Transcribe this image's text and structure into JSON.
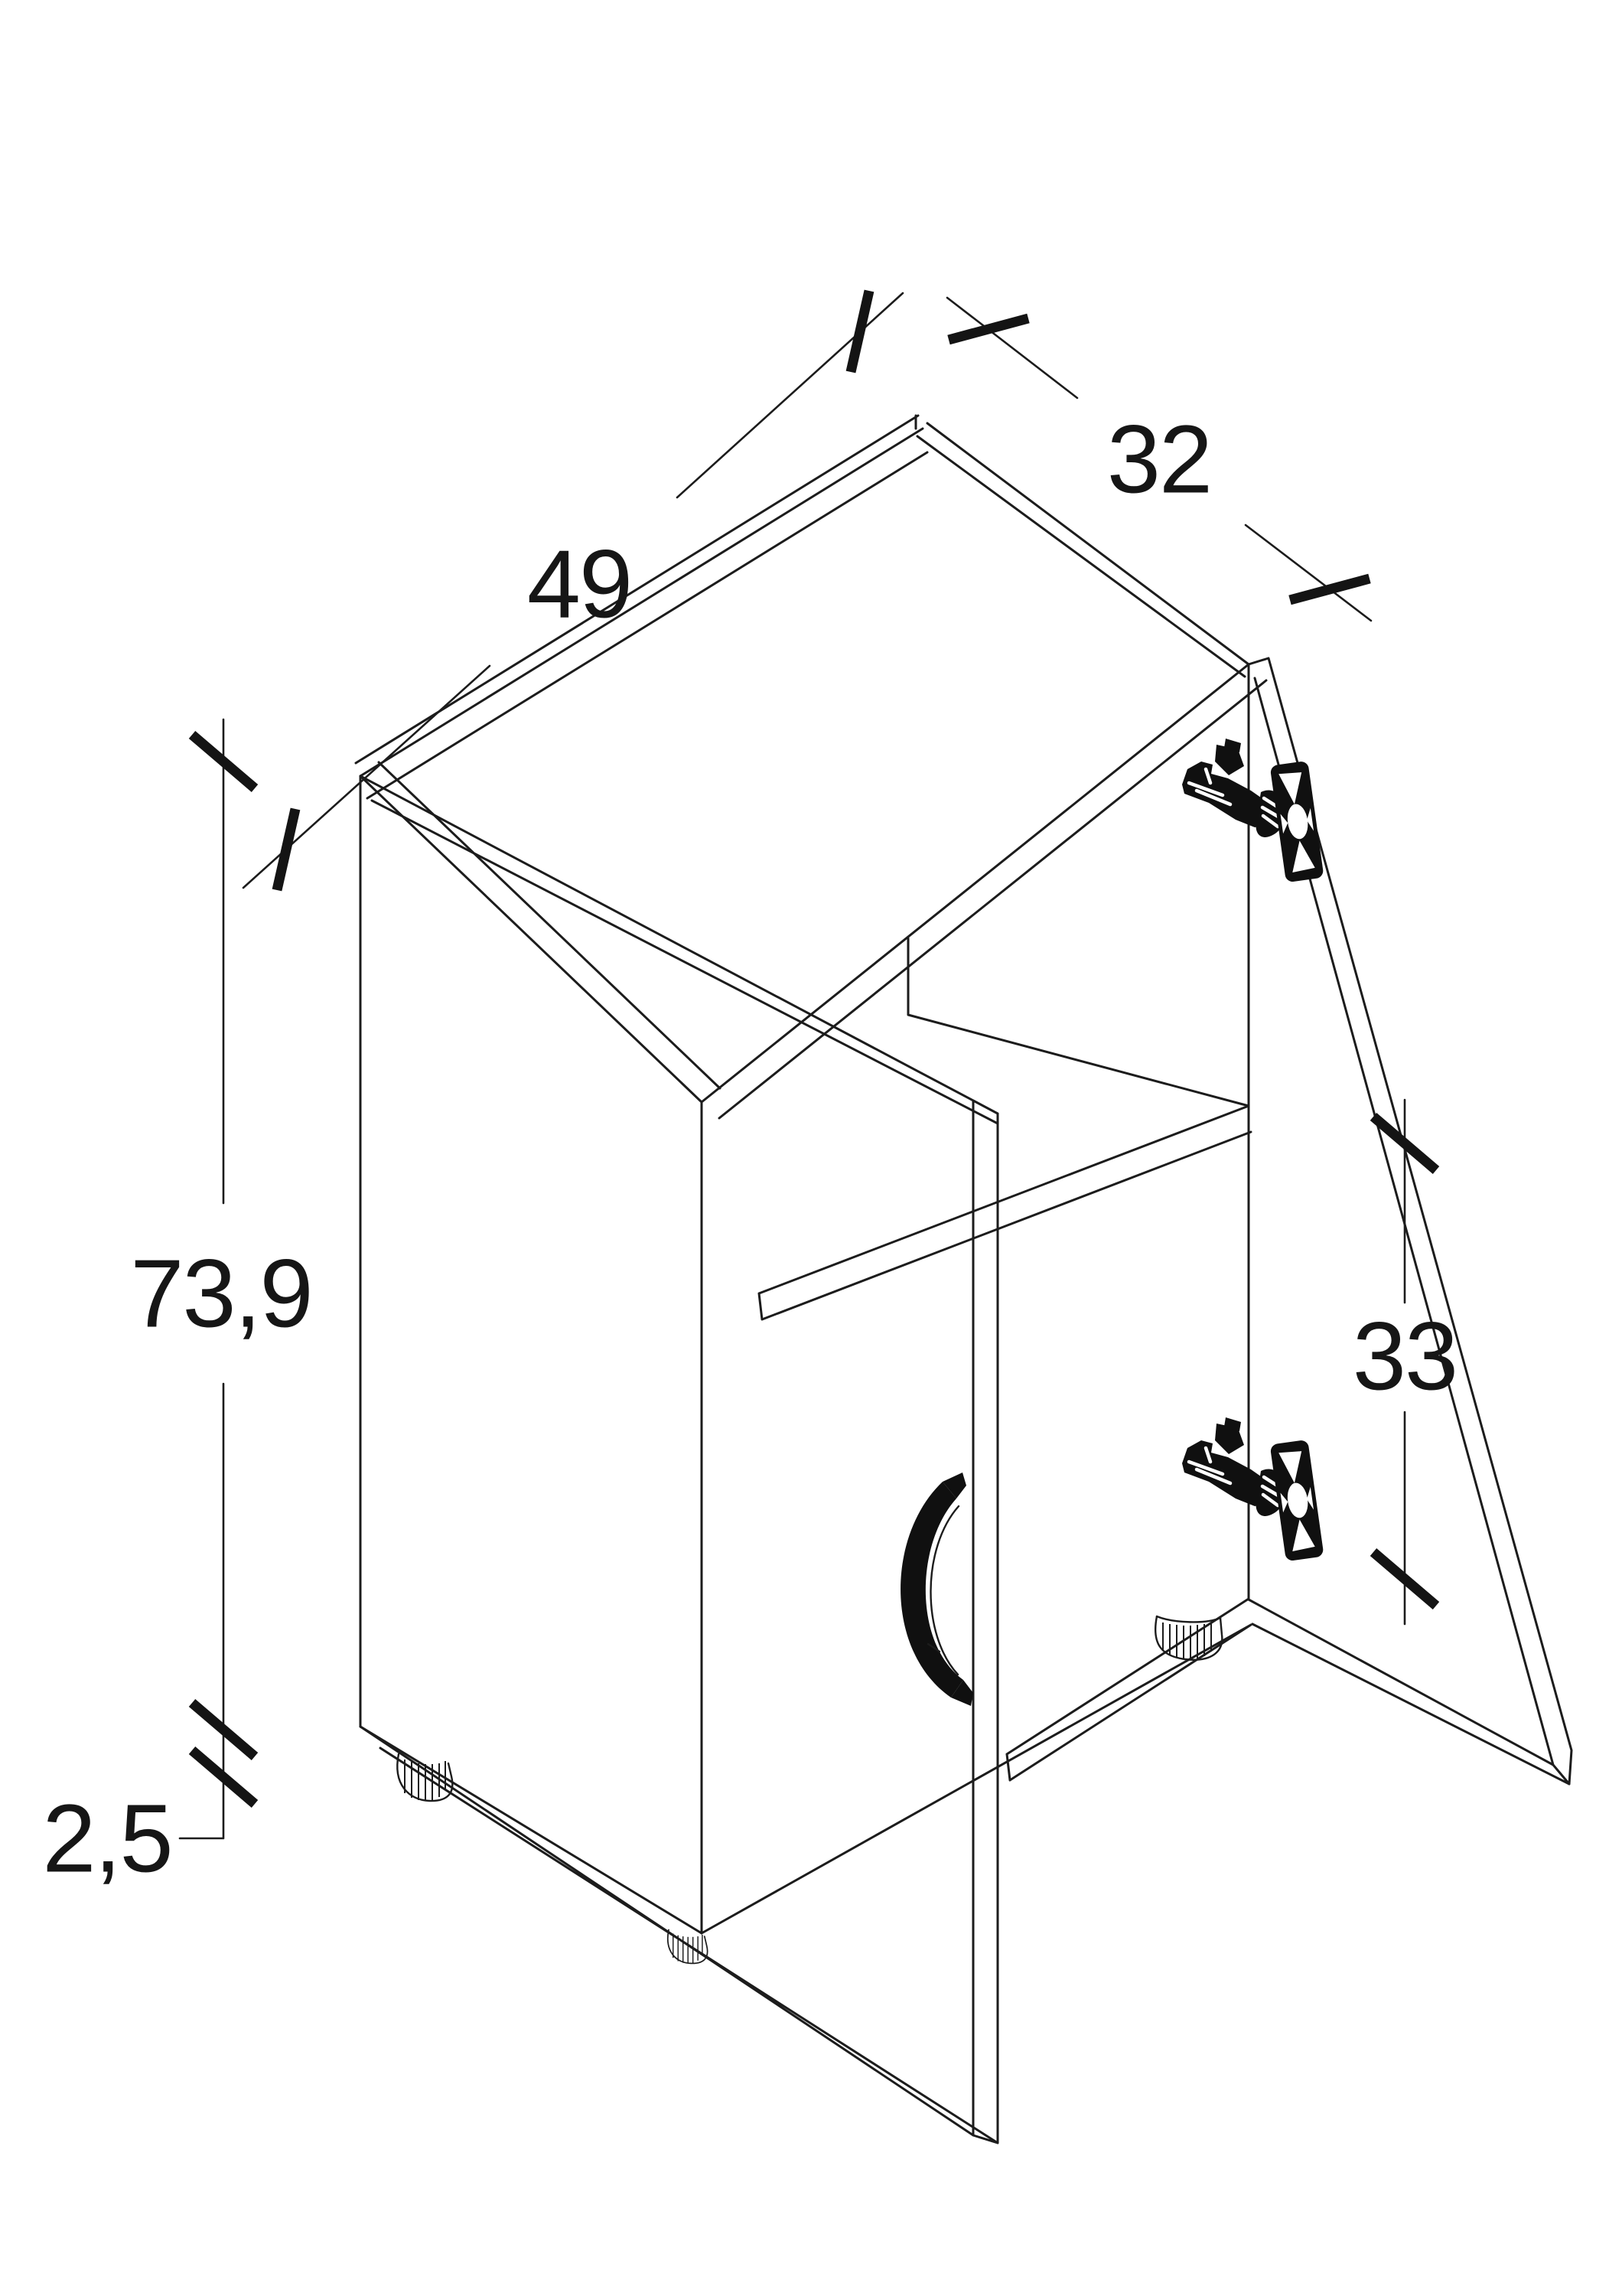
{
  "diagram": {
    "background": "#ffffff",
    "line_color": "#1c1c1c",
    "labels": {
      "width": "49",
      "depth": "32",
      "height": "73,9",
      "hinge_spacing": "33",
      "foot_height": "2,5"
    }
  }
}
